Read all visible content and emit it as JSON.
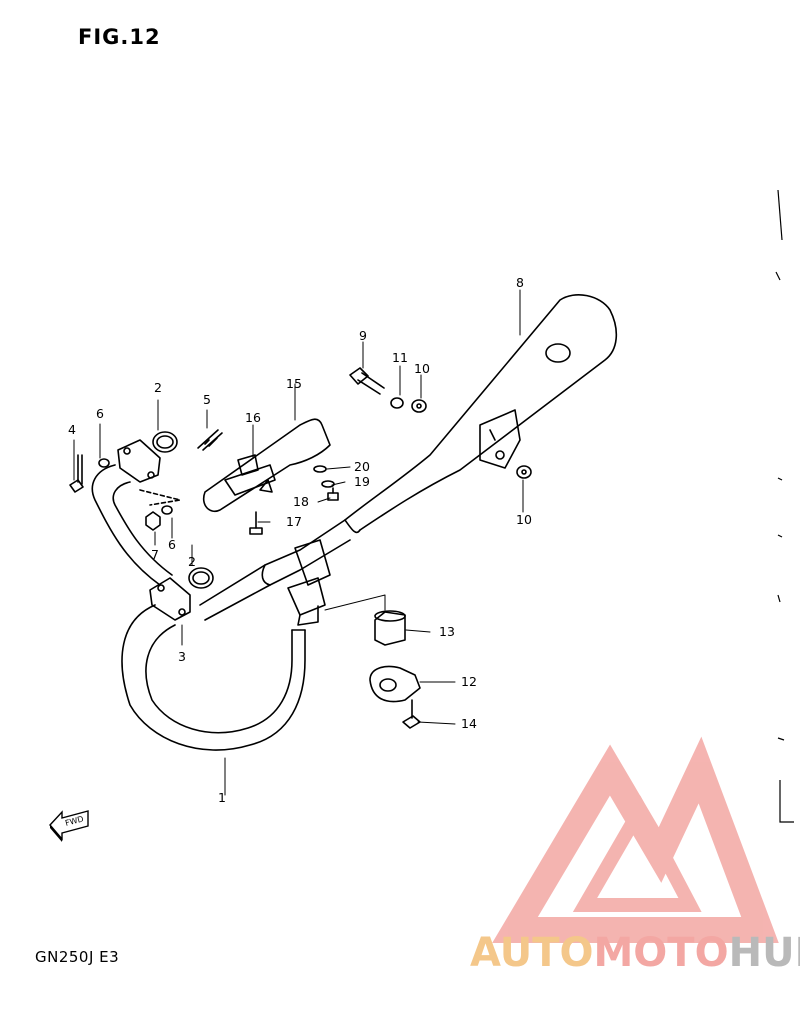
{
  "figure": {
    "title": "FIG.12",
    "model_code": "GN250J  E3"
  },
  "fwd_arrow": {
    "label": "FWD"
  },
  "callouts": {
    "c1": "1",
    "c2a": "2",
    "c2b": "2",
    "c3": "3",
    "c4": "4",
    "c5": "5",
    "c6a": "6",
    "c6b": "6",
    "c7": "7",
    "c8": "8",
    "c9": "9",
    "c10a": "10",
    "c10b": "10",
    "c11": "11",
    "c12": "12",
    "c13": "13",
    "c14": "14",
    "c15": "15",
    "c16": "16",
    "c17": "17",
    "c18": "18",
    "c19": "19",
    "c20": "20"
  },
  "watermark": {
    "part1": "AUTO",
    "part2": "MOTO",
    "part3": "HUB",
    "colors": {
      "orange": "#f4c78a",
      "red": "#f3a7a3",
      "gray": "#b9b9b9"
    }
  }
}
